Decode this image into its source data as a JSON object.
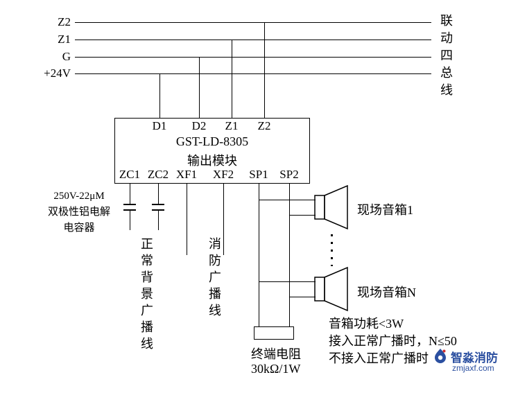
{
  "colors": {
    "line": "#000000",
    "background": "#ffffff",
    "watermark_blue": "#2b4fa0",
    "watermark_red": "#d03030"
  },
  "bus": {
    "left_labels": [
      "Z2",
      "Z1",
      "G",
      "+24V"
    ],
    "right_label": "联动四总线"
  },
  "module": {
    "title": "GST-LD-8305",
    "subtitle": "输出模块",
    "top_terminals": [
      "D1",
      "D2",
      "Z1",
      "Z2"
    ],
    "bottom_terminals": [
      "ZC1",
      "ZC2",
      "XF1",
      "XF2",
      "SP1",
      "SP2"
    ]
  },
  "capacitor_note": {
    "line1": "250V-22μM",
    "line2": "双极性铝电解",
    "line3": "电容器"
  },
  "wire_labels": {
    "zc": "正常背景广播线",
    "xf": "消防广播线"
  },
  "speakers": {
    "first": "现场音箱1",
    "nth": "现场音箱N"
  },
  "terminal_resistor": {
    "line1": "终端电阻",
    "line2": "30kΩ/1W"
  },
  "notes": {
    "line1": "音箱功耗<3W",
    "line2": "接入正常广播时，N≤50",
    "line3": "不接入正常广播时"
  },
  "watermark": {
    "brand": "智淼消防",
    "site": "zmjaxf.com"
  }
}
